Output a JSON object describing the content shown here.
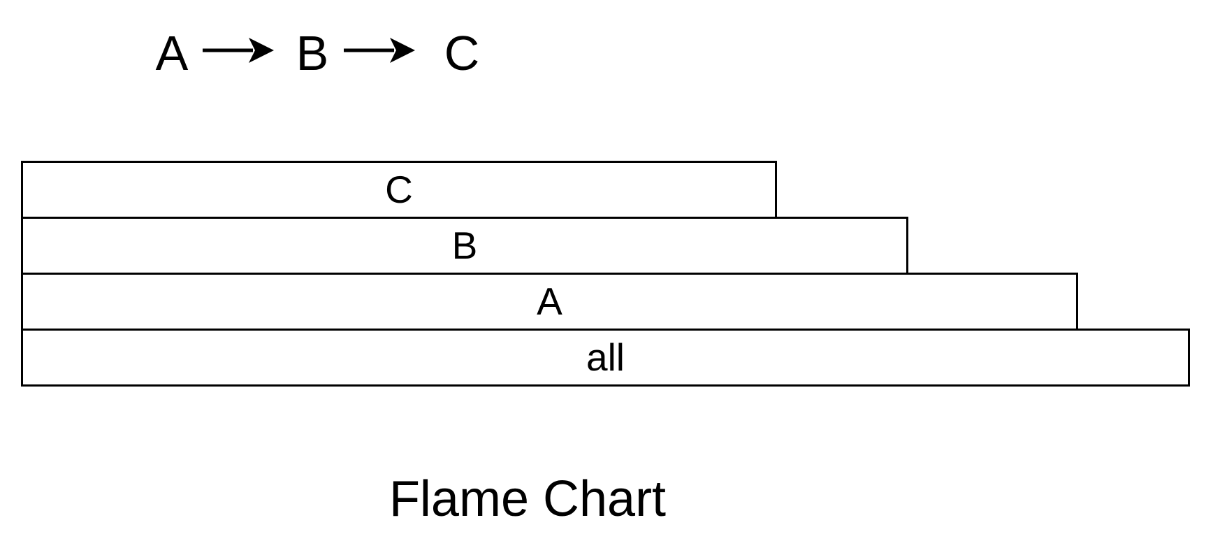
{
  "colors": {
    "background": "#ffffff",
    "ink": "#000000"
  },
  "flow_diagram": {
    "description": "call sequence",
    "nodes": [
      "A",
      "B",
      "C"
    ],
    "arrow_icon": "right-arrow"
  },
  "chart_data": {
    "type": "flame",
    "title": "Flame Chart",
    "root_position": "bottom",
    "call_sequence": "A -> B -> C",
    "frames": [
      {
        "label": "C",
        "depth": 3,
        "row": 0,
        "width_px": "1082px",
        "relative_width": 0.65
      },
      {
        "label": "B",
        "depth": 2,
        "row": 1,
        "width_px": "1270px",
        "relative_width": 0.76
      },
      {
        "label": "A",
        "depth": 1,
        "row": 2,
        "width_px": "1513px",
        "relative_width": 0.9
      },
      {
        "label": "all",
        "depth": 0,
        "row": 3,
        "width_px": "1673px",
        "relative_width": 1.0
      }
    ]
  },
  "caption": {
    "title": "Flame Chart"
  }
}
